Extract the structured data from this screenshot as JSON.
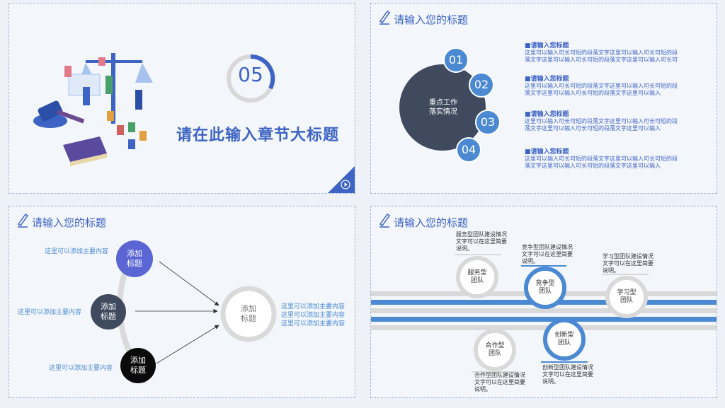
{
  "slide1": {
    "number": "05",
    "title": "请在此输入章节大标题"
  },
  "slide2": {
    "title": "请输入您的标题",
    "center_text": [
      "重点工作",
      "落实情况"
    ],
    "numbers": [
      "01",
      "02",
      "03",
      "04"
    ],
    "items": [
      {
        "head": "■请输入您标题",
        "body": [
          "这里可以输入可长可短的段落文字这里可以输入可长可短的段",
          "落文字这里可以输入可长可短的段落文字这里可以输入可长可"
        ]
      },
      {
        "head": "■请输入您标题",
        "body": [
          "这里可以输入可长可短的段落文字这里可以输入可长可短的段",
          "落文字这里可以输入可长可短的段落文字这里可以输入"
        ]
      },
      {
        "head": "■请输入您标题",
        "body": [
          "这里可以输入可长可短的段落文字这里可以输入可长可短的段",
          "落文字这里可以输入可长可短的段落文字这里可以输入"
        ]
      },
      {
        "head": "■请输入您标题",
        "body": [
          "这里可以输入可长可短的段落文字这里可以输入可长可短的段",
          "落文字这里可以输入可长可短的段落文字这里可以输入"
        ]
      }
    ]
  },
  "slide3": {
    "title": "请输入您的标题",
    "nodes": [
      [
        "添加",
        "标题"
      ],
      [
        "添加",
        "标题"
      ],
      [
        "添加",
        "标题"
      ]
    ],
    "center_node": [
      "添加",
      "标题"
    ],
    "side_labels": [
      "这里可以添加主要内容",
      "这里可以添加主要内容",
      "这里可以添加主要内容"
    ],
    "right_lines": [
      "这里可以添加主要内容",
      "这里可以添加主要内容",
      "这里可以添加主要内容"
    ]
  },
  "slide4": {
    "title": "请输入您的标题",
    "teams": [
      {
        "name": [
          "服务型",
          "团队"
        ],
        "desc": [
          "服务型团队建设情况",
          "文字可以在这里简要",
          "说明。"
        ]
      },
      {
        "name": [
          "竞争型",
          "团队"
        ],
        "desc": [
          "竞争型团队建设情况",
          "文字可以在这里简要",
          "说明。"
        ]
      },
      {
        "name": [
          "学习型",
          "团队"
        ],
        "desc": [
          "学习型团队建设情况",
          "文字可以在这里简要",
          "说明。"
        ]
      },
      {
        "name": [
          "合作型",
          "团队"
        ],
        "desc": [
          "合作型团队建设情况",
          "文字可以在这里简要",
          "说明。"
        ]
      },
      {
        "name": [
          "创新型",
          "团队"
        ],
        "desc": [
          "创新型团队建设情况",
          "文字可以在这里简要",
          "说明。"
        ]
      }
    ]
  },
  "colors": {
    "accent": "#3d63c4",
    "light_blue": "#4b8ad3",
    "dark": "#3f4a5e"
  }
}
